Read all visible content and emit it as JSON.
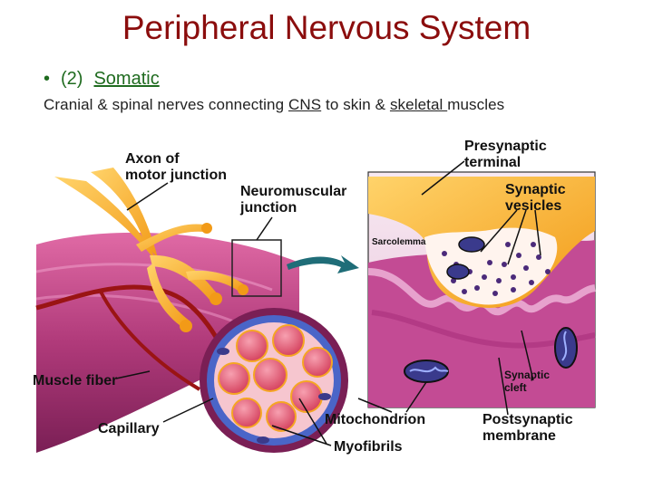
{
  "title": "Peripheral Nervous System",
  "bullet": {
    "marker": "•",
    "number": "(2)",
    "term": "Somatic"
  },
  "description": {
    "part1": "Cranial & spinal nerves connecting ",
    "cns": "CNS",
    "part2": " to skin & ",
    "skeletal": "skeletal ",
    "part3": "muscles"
  },
  "labels": {
    "axon_line1": "Axon of",
    "axon_line2": "motor junction",
    "nmj_line1": "Neuromuscular",
    "nmj_line2": "junction",
    "presyn_line1": "Presynaptic",
    "presyn_line2": "terminal",
    "vesicles_line1": "Synaptic",
    "vesicles_line2": "vesicles",
    "sarcolemma": "Sarcolemma",
    "muscle_fiber": "Muscle fiber",
    "capillary": "Capillary",
    "mitochondrion": "Mitochondrion",
    "myofibrils": "Myofibrils",
    "cleft_line1": "Synaptic",
    "cleft_line2": "cleft",
    "postsyn_line1": "Postsynaptic",
    "postsyn_line2": "membrane"
  },
  "colors": {
    "title": "#8b0d0d",
    "bullet": "#1f6b1f",
    "muscle": "#b03a7a",
    "nerve": "#f2a31b",
    "vesicle": "#4b2a7a",
    "arrow": "#1f6d78"
  }
}
